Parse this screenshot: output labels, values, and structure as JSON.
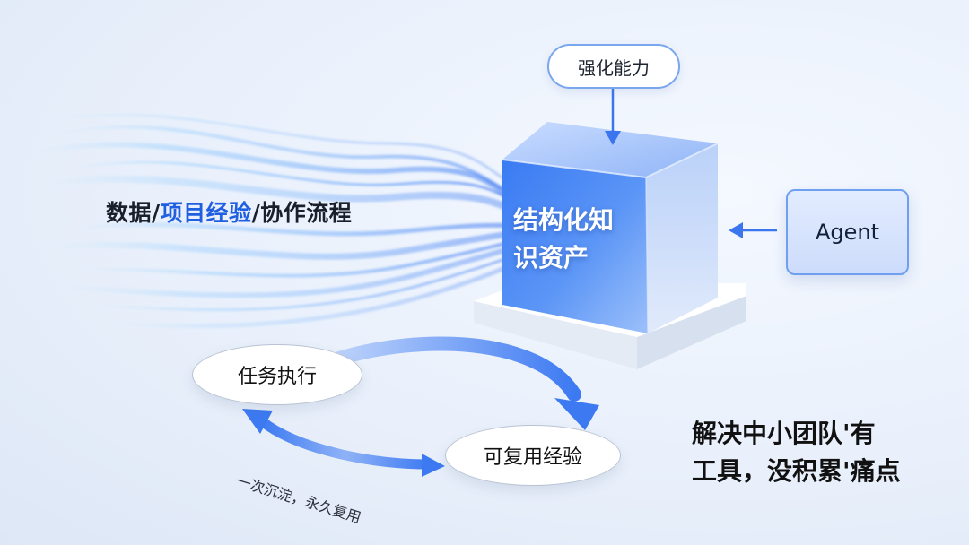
{
  "top_pill": {
    "label": "强化能力"
  },
  "agent": {
    "label": "Agent"
  },
  "input_flow": {
    "part1": "数据/",
    "part2": "项目经验",
    "part3": "/协作流程"
  },
  "cube": {
    "line1": "结构化知",
    "line2": "识资产"
  },
  "cycle": {
    "task": "任务执行",
    "reuse": "可复用经验",
    "caption": "一次沉淀，永久复用"
  },
  "pain_point": {
    "line1": "解决中小团队'有",
    "line2": "工具，没积累'痛点"
  },
  "colors": {
    "accent": "#1f5fe0",
    "cube_blue": "#3f7df0",
    "arrow_blue": "#3d7af2"
  }
}
